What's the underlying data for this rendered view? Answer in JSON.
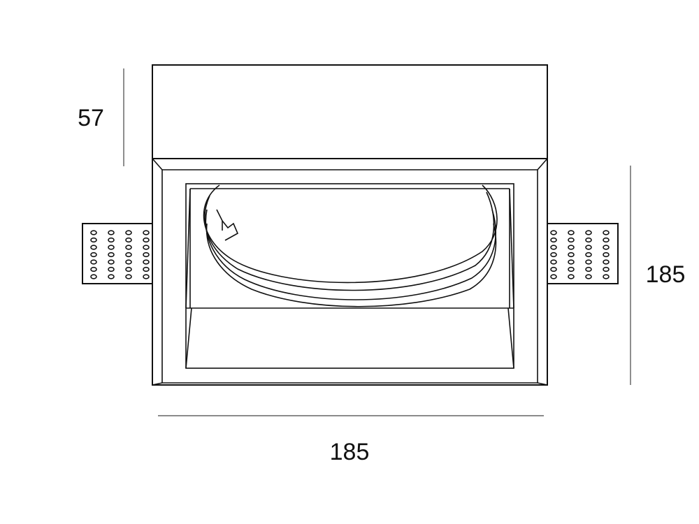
{
  "dimensions": {
    "height_label": "57",
    "side_label": "185",
    "width_label": "185"
  },
  "style": {
    "line_color": "#111111",
    "background": "#ffffff"
  }
}
